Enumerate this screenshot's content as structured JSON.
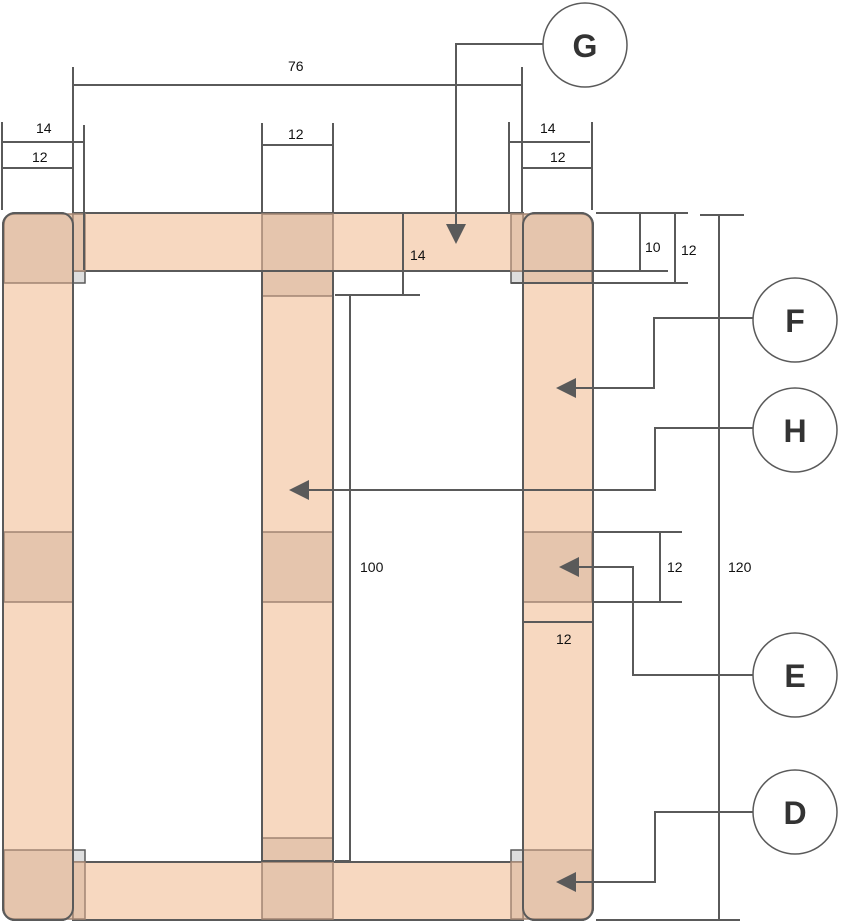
{
  "dimensions": {
    "overall_width": "76",
    "left_outer": "14",
    "left_inner": "12",
    "middle_post": "12",
    "right_outer": "14",
    "right_inner": "12",
    "top_rail": "14",
    "top_rail_inner": "10",
    "top_rail_outer": "12",
    "middle_height": "100",
    "joint_height": "12",
    "joint_width": "12",
    "overall_height": "120"
  },
  "callouts": {
    "g": "G",
    "f": "F",
    "h": "H",
    "e": "E",
    "d": "D"
  },
  "colors": {
    "wood": "#f7d8c0",
    "joint": "#e5c5ad",
    "line": "#5a5a5a"
  }
}
